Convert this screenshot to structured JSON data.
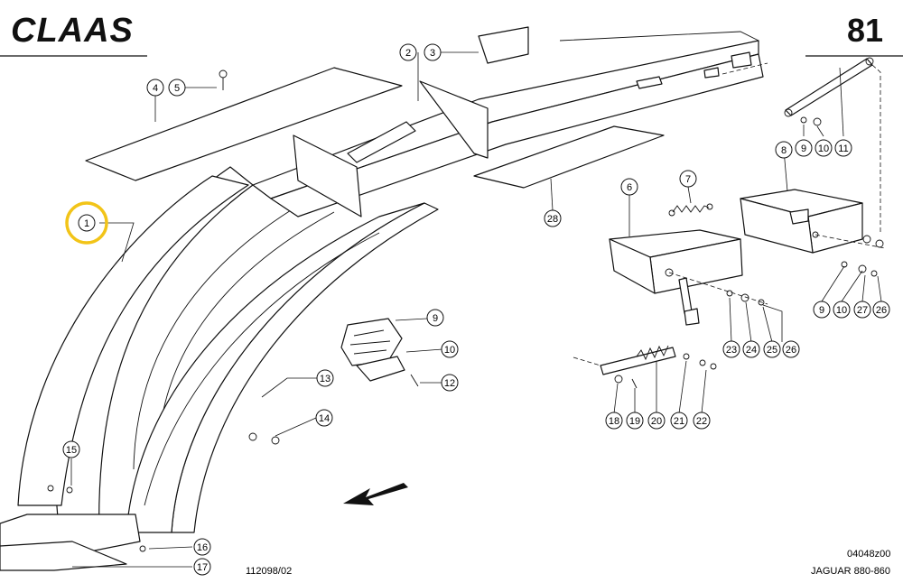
{
  "header": {
    "brand": "CLAAS",
    "page_number": "81"
  },
  "footer": {
    "drawing_number": "112098/02",
    "figure_code": "04048z00",
    "model": "JAGUAR 880-860"
  },
  "highlight_color": "#f2c418",
  "callouts": [
    {
      "label": "1",
      "highlighted": true
    },
    {
      "label": "2"
    },
    {
      "label": "3"
    },
    {
      "label": "4"
    },
    {
      "label": "5"
    },
    {
      "label": "6"
    },
    {
      "label": "7"
    },
    {
      "label": "8"
    },
    {
      "label": "9"
    },
    {
      "label": "10"
    },
    {
      "label": "11"
    },
    {
      "label": "9"
    },
    {
      "label": "10"
    },
    {
      "label": "12"
    },
    {
      "label": "13"
    },
    {
      "label": "14"
    },
    {
      "label": "15"
    },
    {
      "label": "16"
    },
    {
      "label": "17"
    },
    {
      "label": "18"
    },
    {
      "label": "19"
    },
    {
      "label": "20"
    },
    {
      "label": "21"
    },
    {
      "label": "22"
    },
    {
      "label": "23"
    },
    {
      "label": "24"
    },
    {
      "label": "25"
    },
    {
      "label": "26"
    },
    {
      "label": "9"
    },
    {
      "label": "10"
    },
    {
      "label": "27"
    },
    {
      "label": "26"
    },
    {
      "label": "28"
    }
  ]
}
